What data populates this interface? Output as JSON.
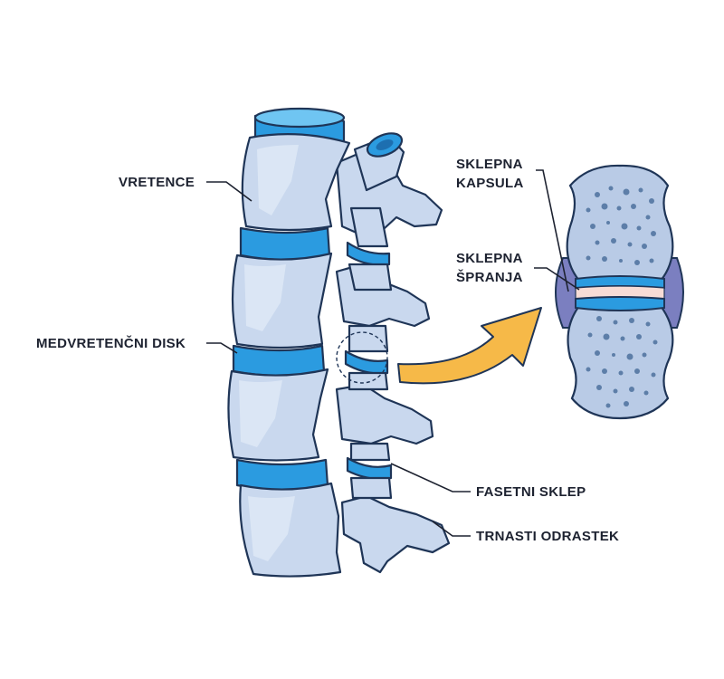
{
  "labels": {
    "vretence": "VRETENCE",
    "medvretencni_disk": "MEDVRETENČNI DISK",
    "fasetni_sklep": "FASETNI SKLEP",
    "trnasti_odrastek": "TRNASTI ODRASTEK",
    "sklepna_kapsula_line1": "SKLEPNA",
    "sklepna_kapsula_line2": "KAPSULA",
    "sklepna_spranja_line1": "SKLEPNA",
    "sklepna_spranja_line2": "ŠPRANJA"
  },
  "colors": {
    "bone": "#c9d8ee",
    "bone_shadow": "#b3c6e2",
    "disk": "#2b9be0",
    "disk_light": "#6fc5f2",
    "outline": "#1f3557",
    "arrow": "#f6b948",
    "capsule": "#7b7fc0",
    "joint_space": "#f7dcd6",
    "spongy_bone": "#5d7ea8"
  },
  "icons": {
    "arrow": "curved-arrow-icon",
    "magnifier": "dashed-circle-icon"
  }
}
